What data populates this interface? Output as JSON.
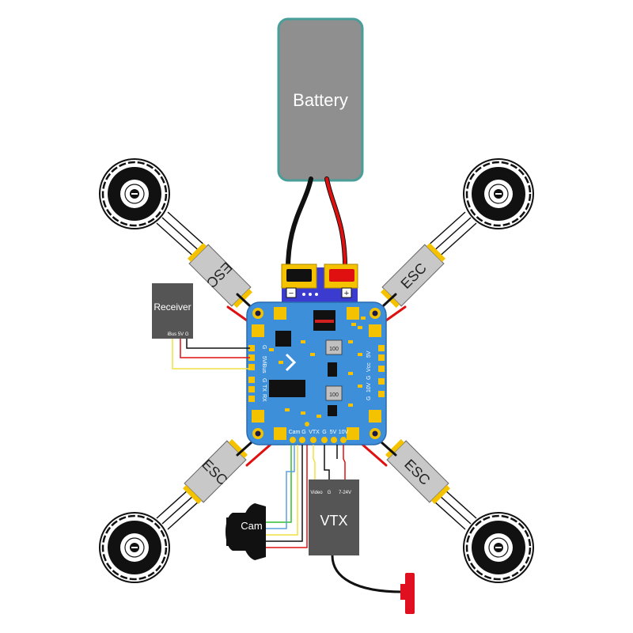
{
  "labels": {
    "battery": "Battery",
    "receiver": "Receiver",
    "receiver_pins": "iBus 5V G",
    "vtx": "VTX",
    "vtx_pins": [
      "Video",
      "G",
      "7-24V"
    ],
    "cam": "Cam",
    "esc": "ESC",
    "minus": "−",
    "plus": "+",
    "fc_bottom_pads": [
      "Cam",
      "G",
      "VTX",
      "G",
      "5V",
      "10V"
    ],
    "fc_left_pads": [
      "G",
      "5V",
      "iBus",
      "G",
      "TX",
      "RX"
    ],
    "fc_right_pads": [
      "5V",
      "Vcc",
      "G",
      "10V",
      "G"
    ],
    "chip_label": "100",
    "chip_label2": "100"
  },
  "colors": {
    "board": "#3d8fd9",
    "battery": "#8f8f8f",
    "battery_border": "#4a9e9a",
    "esc": "#c8c8c8",
    "pad_gold": "#f5c200",
    "wire_red": "#e01010",
    "wire_black": "#111111",
    "wire_yellow": "#f0e040",
    "wire_green": "#30c030",
    "wire_blue": "#5aa0e0",
    "module_dark": "#555555",
    "antenna": "#e01020"
  }
}
